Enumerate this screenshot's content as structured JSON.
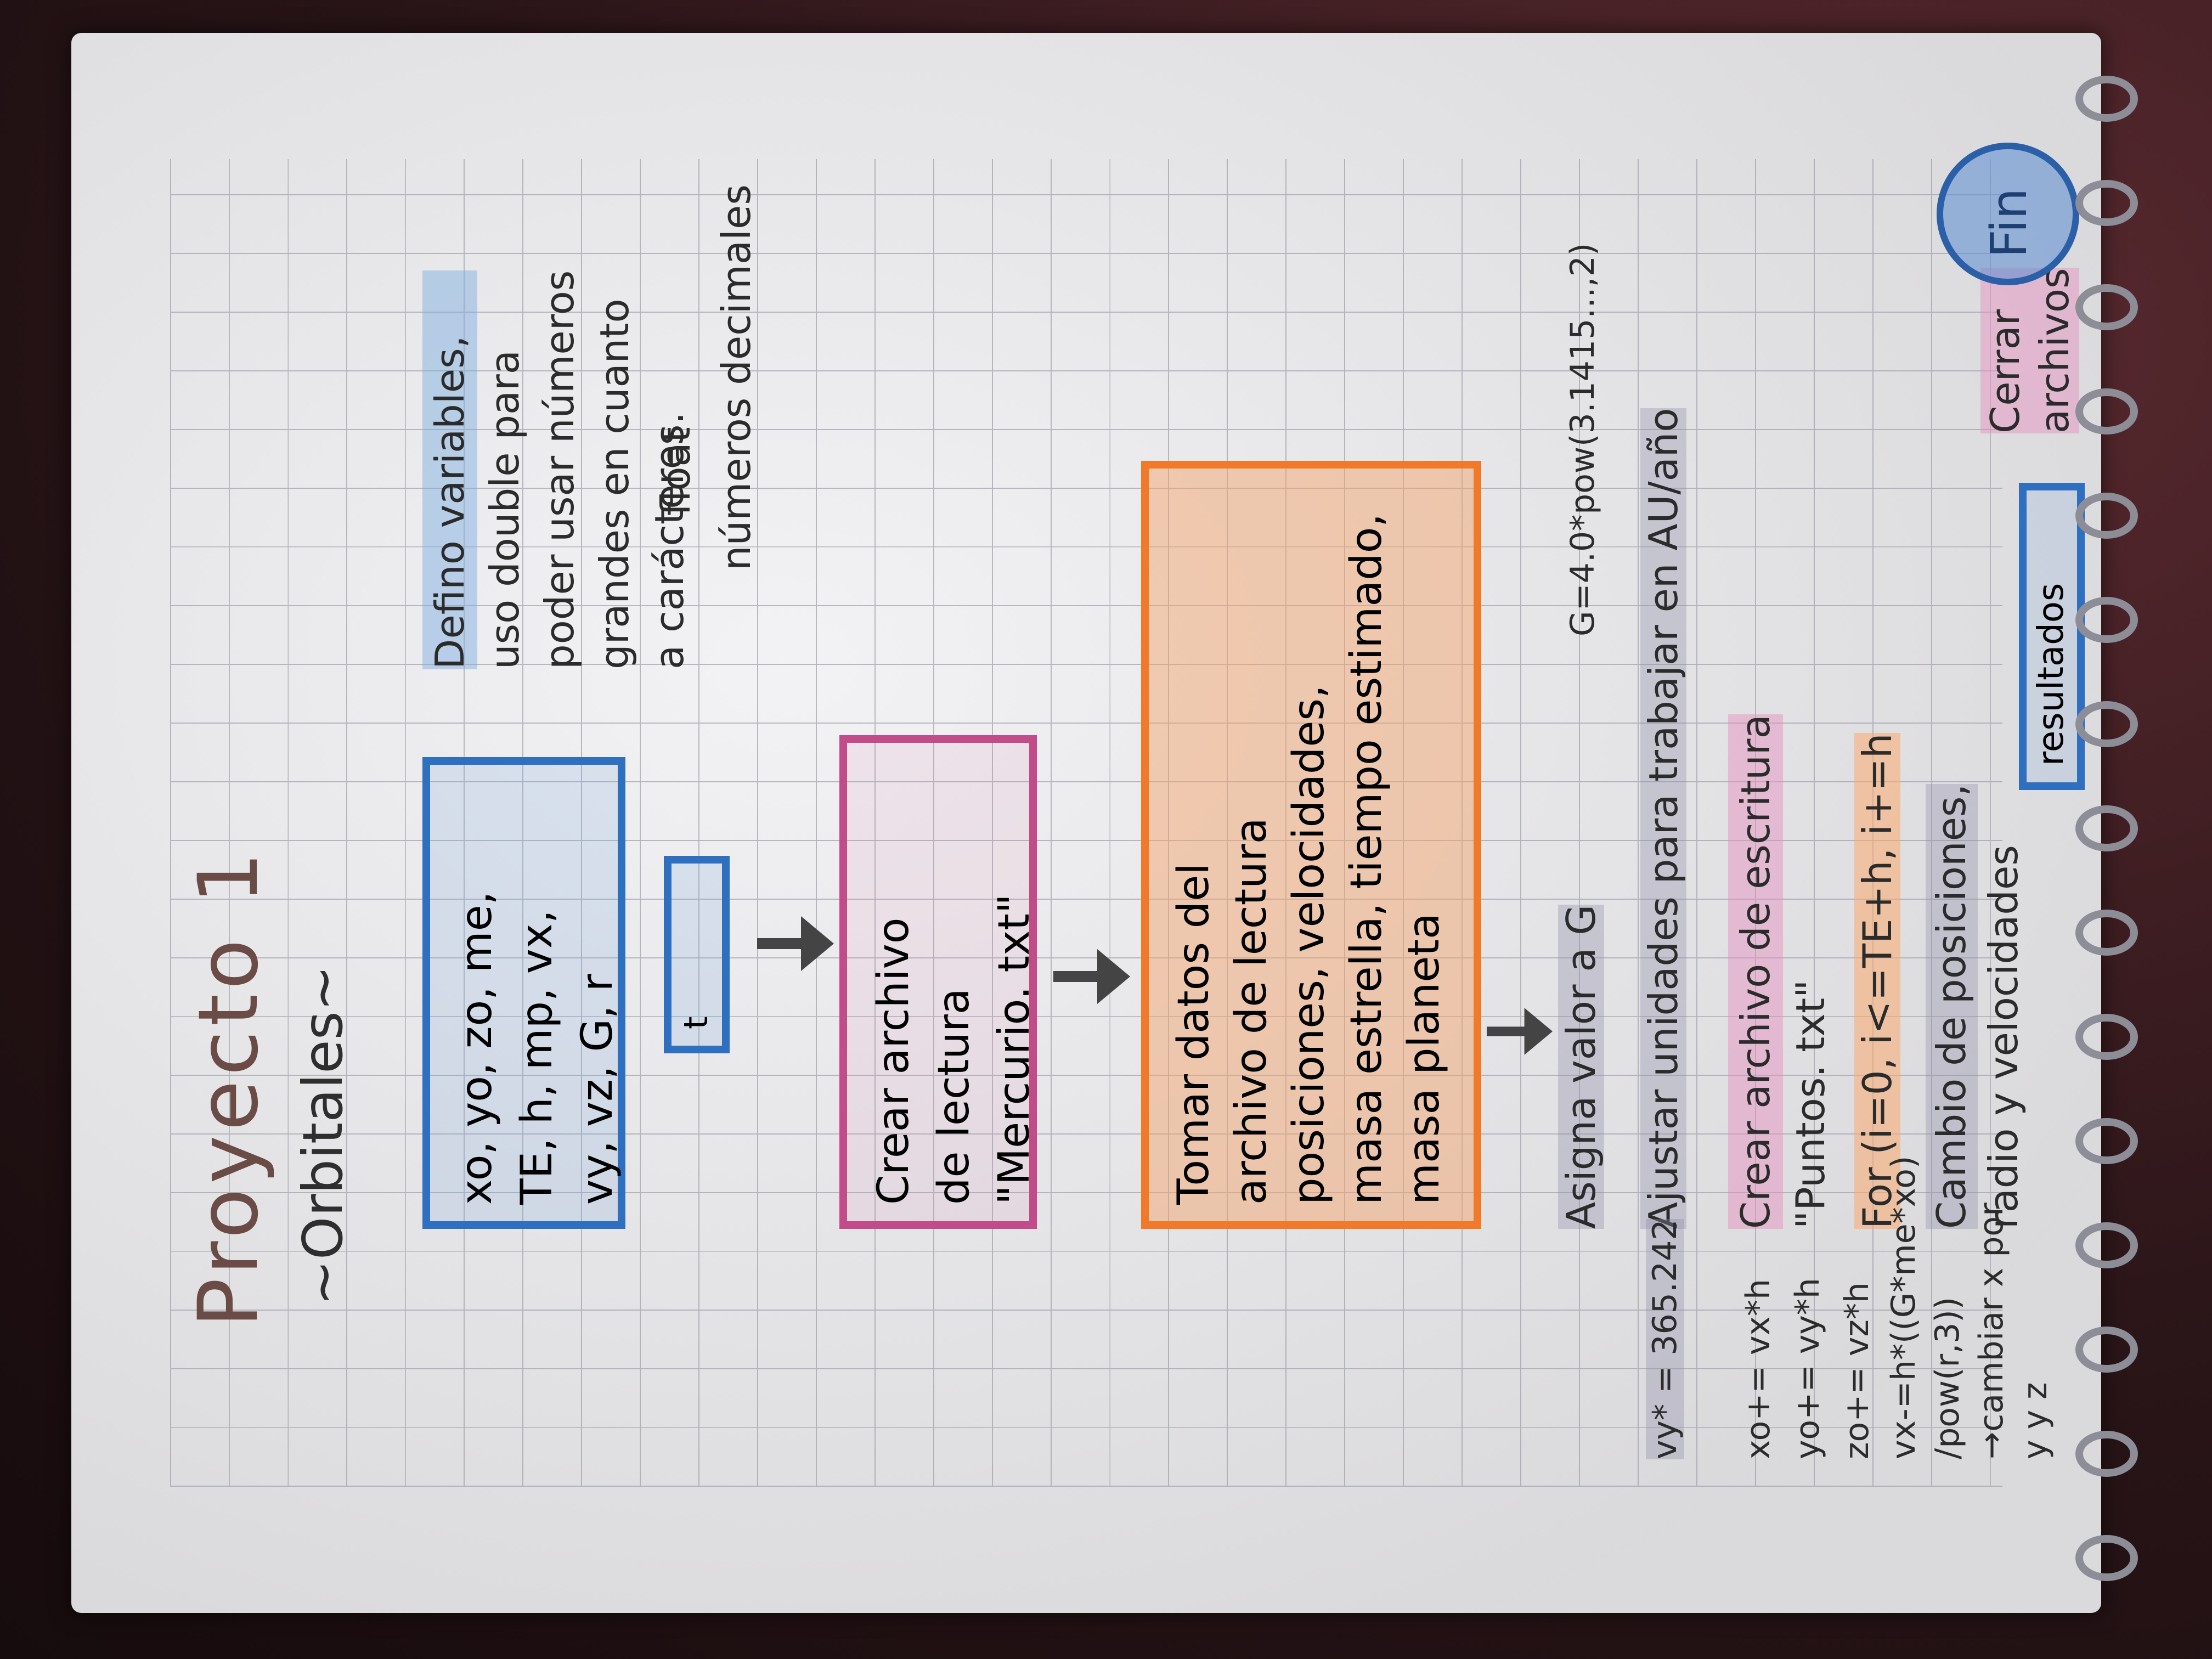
{
  "notebook": {
    "title": "Proyecto 1",
    "subtitle": "~Orbitales~"
  },
  "definitions": {
    "variables_box": [
      "xo, yo, zo, me,",
      "TE, h, mp, vx,",
      "vy, vz, G, r"
    ],
    "note_lines": [
      "Defino variables,",
      "uso double para",
      "poder usar números",
      "grandes en cuanto",
      "a carácteres."
    ],
    "float_label": "float",
    "float_note": "números decimales",
    "small_box": "t"
  },
  "flow": {
    "step1_box": [
      "Crear archivo",
      "de lectura",
      "\"Mercurio. txt\""
    ],
    "step2_box": [
      "Tomar datos del",
      "archivo de lectura",
      "posiciones, velocidades,",
      "masa estrella, tiempo estimado,",
      "masa planeta"
    ],
    "step3": "Asigna valor a G",
    "step3_note": "G=4.0*pow(3.1415...,2)",
    "step4": "Ajustar unidades para trabajar en AU/año",
    "step4_note": "vy* = 365.242",
    "step5_lines": [
      "Crear archivo de escritura",
      "\"Puntos. txt\""
    ],
    "step6": "For (i=0, i<=TE+h, i+=h",
    "step6_notes": [
      "xo+= vx*h",
      "yo+= vy*h",
      "zo+= vz*h"
    ],
    "step7_lines": [
      "Cambio de posiciones,",
      "radio y velocidades"
    ],
    "step7_notes": [
      "vx-=h*((G*me*xo)",
      "/pow(r,3))",
      "→cambiar x por",
      "y y z"
    ],
    "step8": "resultados",
    "step9_lines": [
      "Cerrar",
      "archivos"
    ],
    "end": "Fin"
  }
}
